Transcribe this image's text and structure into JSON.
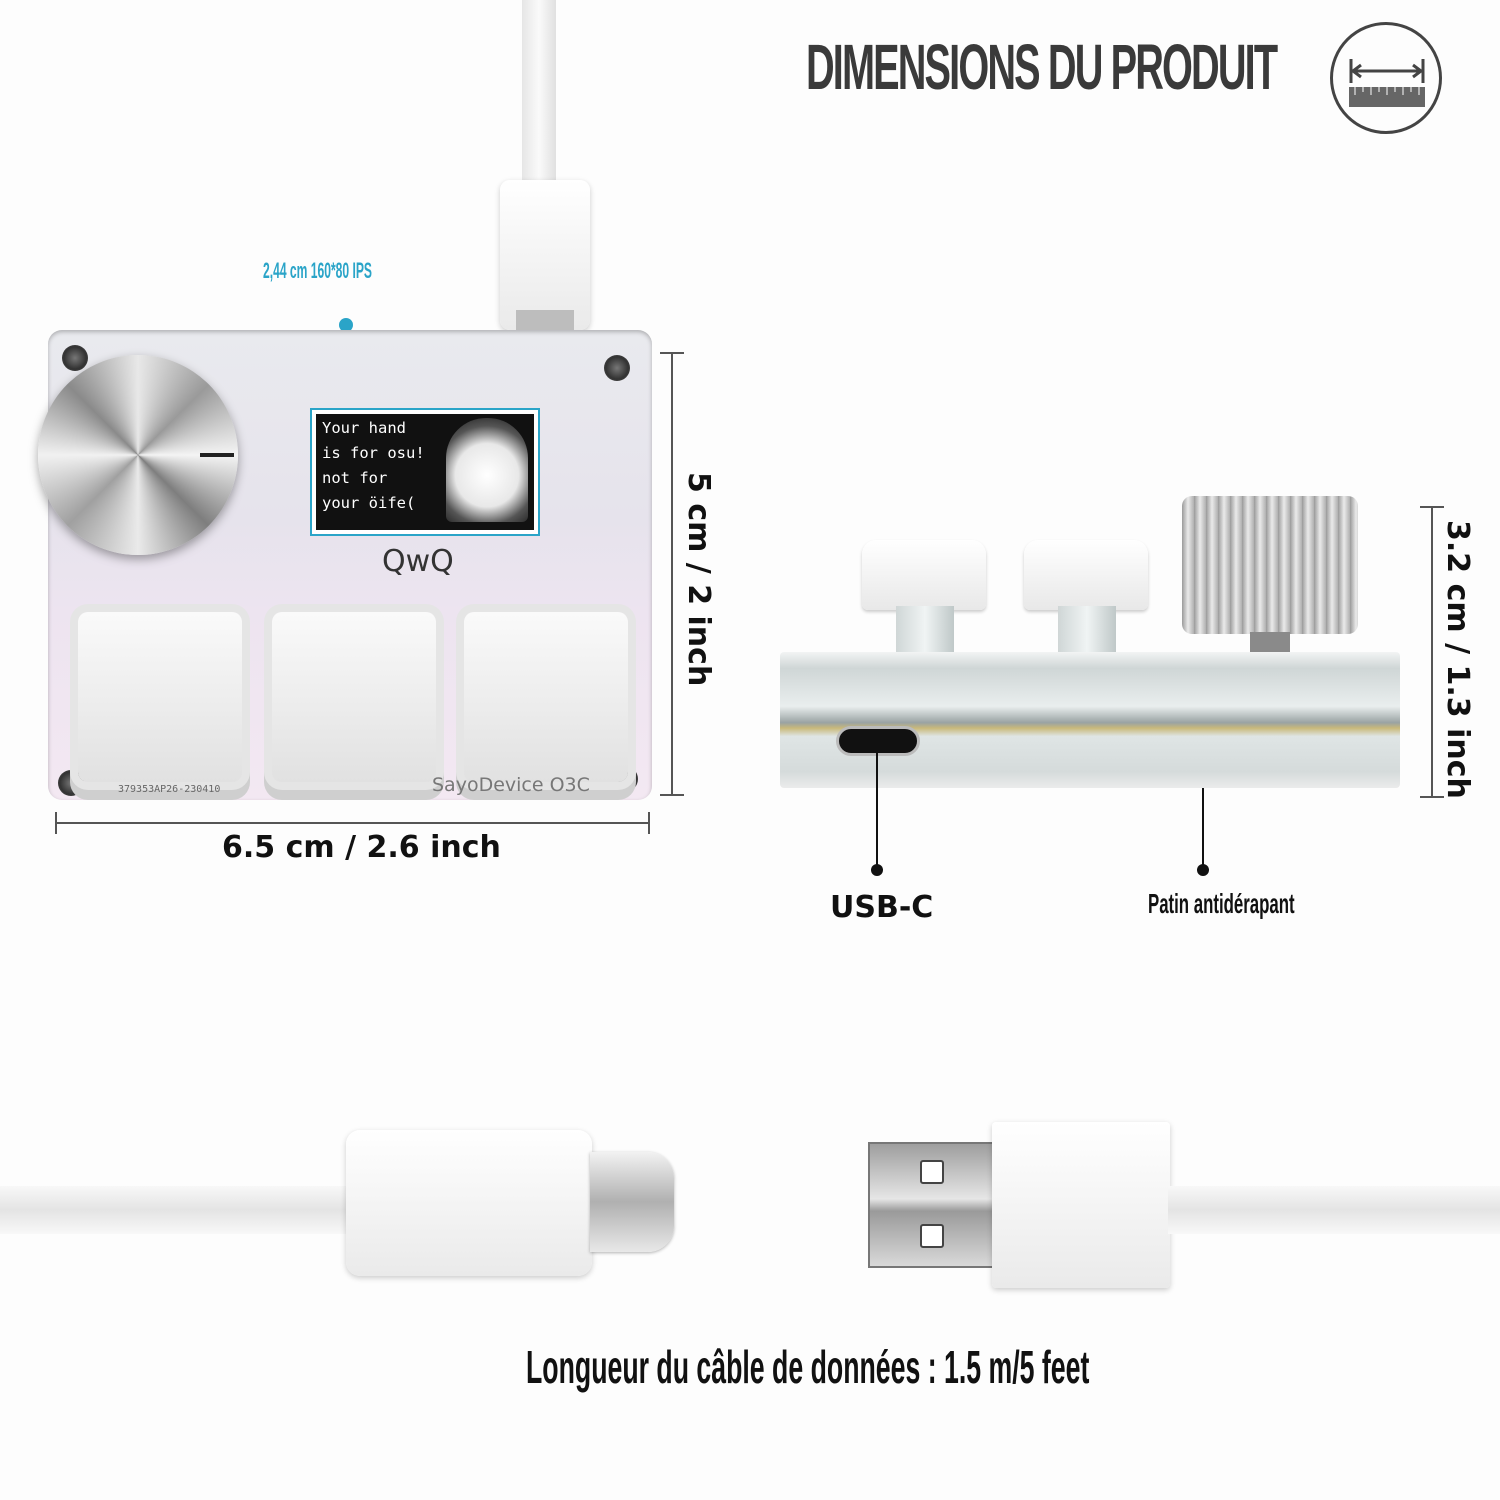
{
  "header": {
    "title": "DIMENSIONS DU PRODUIT"
  },
  "icons": {
    "badge": "ruler-icon"
  },
  "screen": {
    "spec": "2,44 cm 160*80 IPS",
    "lines": [
      "Your hand",
      "is for osu!",
      "not for",
      "your öife("
    ]
  },
  "device": {
    "label": "QwQ",
    "brand": "SayoDevice O3C",
    "serial": "379353AP26-230410"
  },
  "dimensions": {
    "width": "6.5 cm / 2.6 inch",
    "height": "5 cm / 2 inch",
    "depth": "3.2 cm / 1.3 inch"
  },
  "callouts": {
    "usb": "USB-C",
    "pad": "Patin antidérapant"
  },
  "cable": {
    "length": "Longueur du câble de données : 1.5 m/5 feet"
  },
  "colors": {
    "accent": "#2aa4c8",
    "rgb_left": "#8278ff",
    "rgb_mid": "#ff6ee6"
  }
}
